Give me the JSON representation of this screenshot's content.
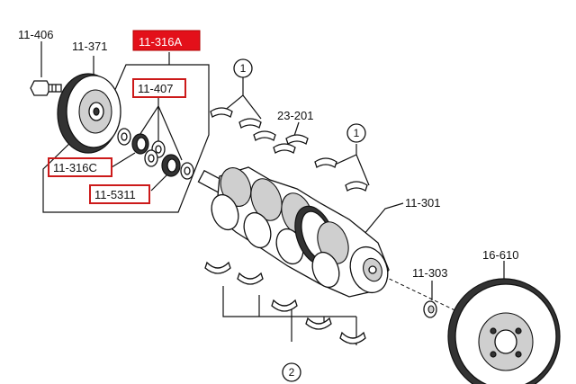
{
  "labels": {
    "p11_406": "11-406",
    "p11_371": "11-371",
    "p11_316A": "11-316A",
    "p11_407": "11-407",
    "p11_316C": "11-316C",
    "p11_5311": "11-5311",
    "p23_201": "23-201",
    "p11_301": "11-301",
    "p11_303": "11-303",
    "p16_610": "16-610"
  },
  "callouts": [
    "1",
    "1",
    "2"
  ],
  "colors": {
    "highlight_fill": "#e3101a",
    "highlight_outline": "#cc1a1a",
    "line": "#111111",
    "background": "#ffffff"
  }
}
